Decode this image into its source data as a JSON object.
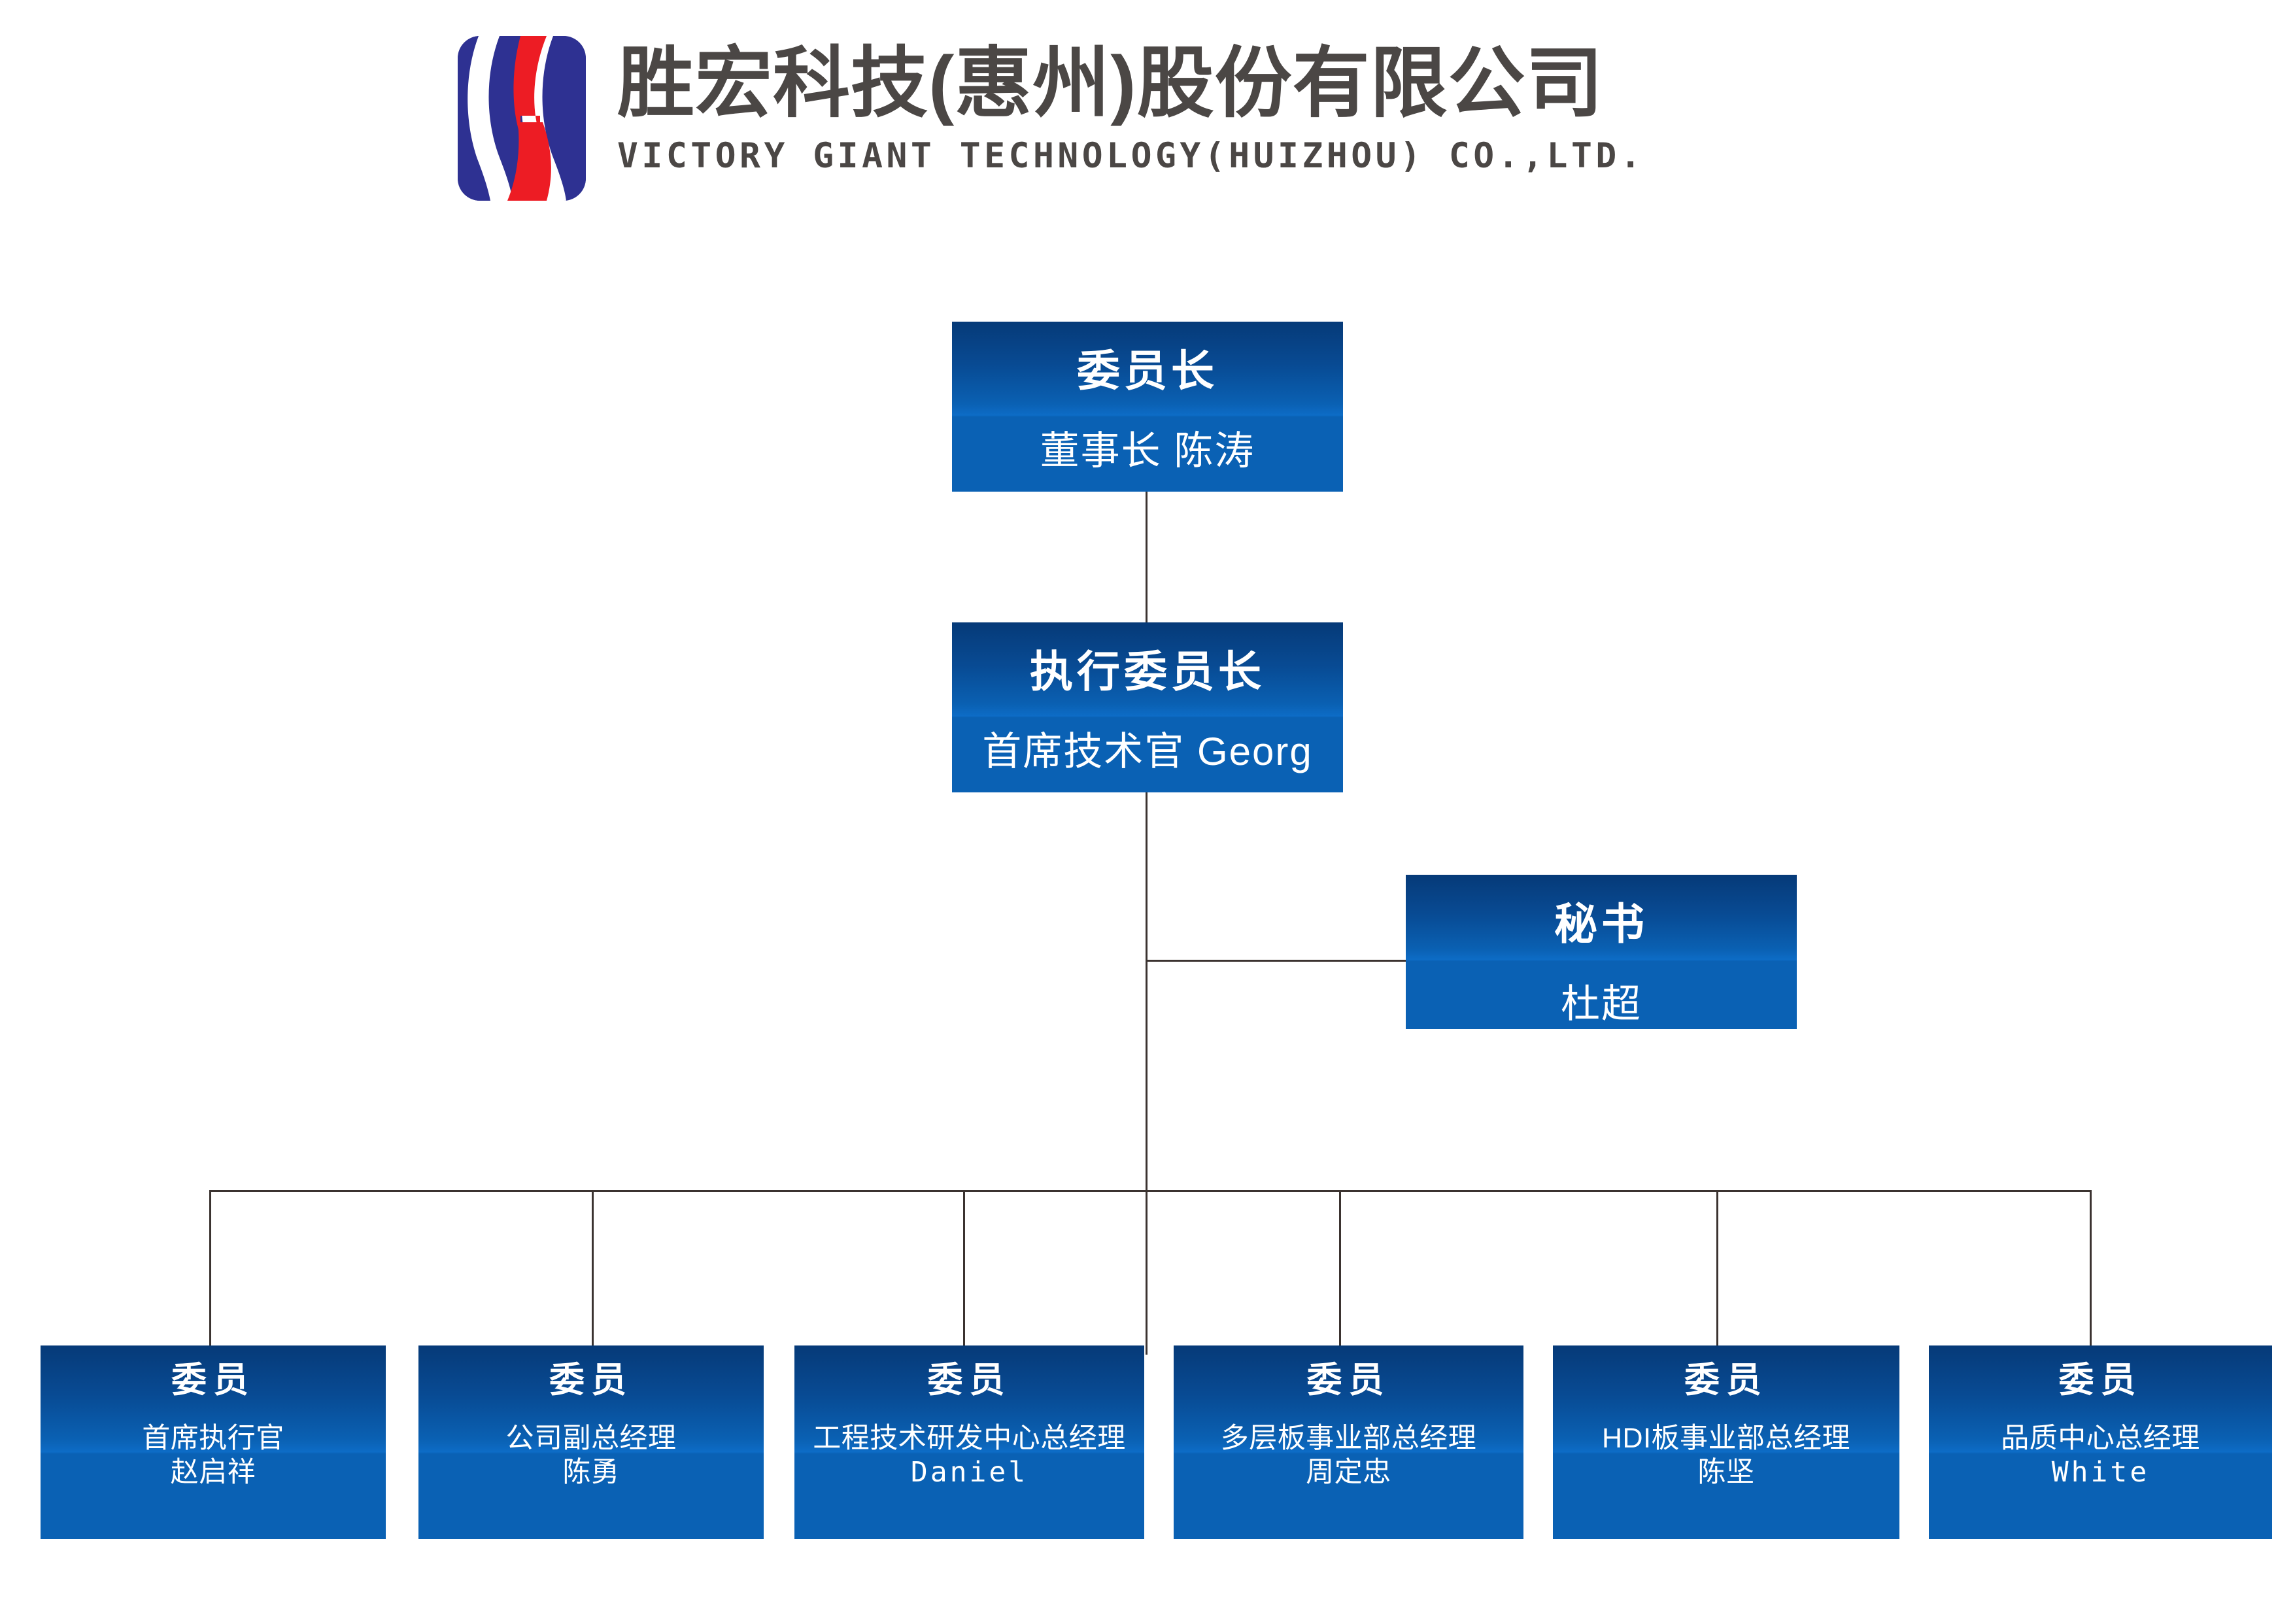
{
  "header": {
    "logo_icon": "victory-giant-s-logo",
    "company_name_cn": "胜宏科技(惠州)股份有限公司",
    "company_name_en": "VICTORY GIANT TECHNOLOGY(HUIZHOU) CO.,LTD."
  },
  "colors": {
    "box_top": "#063a78",
    "box_mid": "#0d6cc6",
    "box_bottom": "#0a61b4",
    "connector": "#3b3330",
    "logo_blue": "#2e3192",
    "logo_red": "#ed1c24",
    "header_text": "#4b4745",
    "page_background": "#ffffff"
  },
  "chart": {
    "type": "org-chart",
    "chairman": {
      "title": "委员长",
      "role": "董事长",
      "name": "陈涛",
      "subtitle": "董事长 陈涛"
    },
    "executive": {
      "title": "执行委员长",
      "role": "首席技术官",
      "name": "Georg",
      "subtitle": "首席技术官 Georg"
    },
    "secretary": {
      "title": "秘书",
      "role": "",
      "name": "杜超",
      "subtitle": "杜超"
    },
    "members": [
      {
        "title": "委员",
        "role": "首席执行官",
        "name": "赵启祥"
      },
      {
        "title": "委员",
        "role": "公司副总经理",
        "name": "陈勇"
      },
      {
        "title": "委员",
        "role": "工程技术研发中心总经理",
        "name": "Daniel"
      },
      {
        "title": "委员",
        "role": "多层板事业部总经理",
        "name": "周定忠"
      },
      {
        "title": "委员",
        "role": "HDI板事业部总经理",
        "name": "陈坚"
      },
      {
        "title": "委员",
        "role": "品质中心总经理",
        "name": "White"
      }
    ]
  }
}
